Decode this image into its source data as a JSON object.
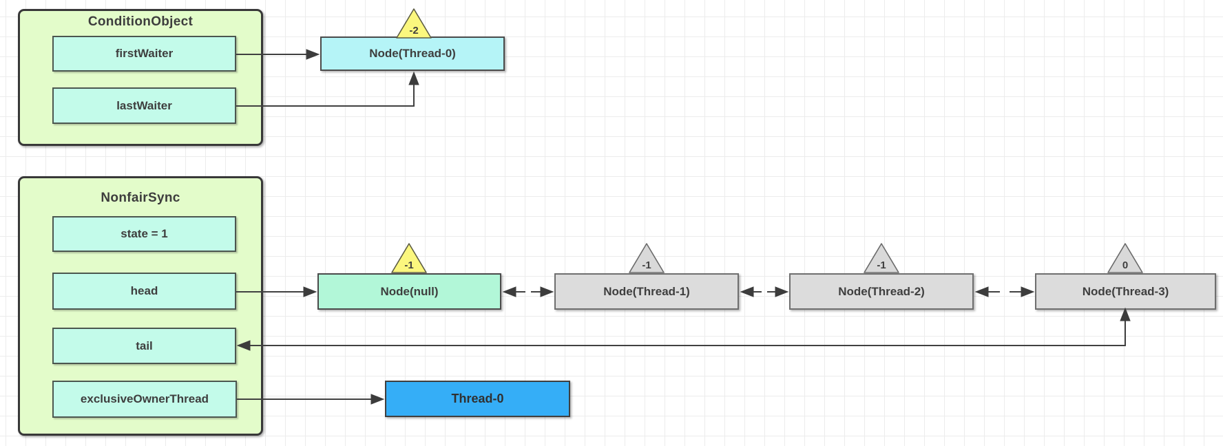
{
  "colors": {
    "container_green": "#e3fcca",
    "field_teal": "#c3fbea",
    "node_cyan": "#b5f4f7",
    "node_mint": "#b2f7d8",
    "node_gray": "#dcdcdc",
    "badge_yellow": "#fbf77e",
    "badge_gray": "#d9d9d9",
    "thread_blue": "#35aef7",
    "line_color": "#404040",
    "grid_color": "#ececec"
  },
  "condition_object": {
    "title": "ConditionObject",
    "fields": [
      {
        "label": "firstWaiter"
      },
      {
        "label": "lastWaiter"
      }
    ]
  },
  "condition_node": {
    "label": "Node(Thread-0)",
    "wait_status": "-2"
  },
  "nonfair_sync": {
    "title": "NonfairSync",
    "fields": [
      {
        "label": "state = 1"
      },
      {
        "label": "head"
      },
      {
        "label": "tail"
      },
      {
        "label": "exclusiveOwnerThread"
      }
    ]
  },
  "queue_nodes": [
    {
      "label": "Node(null)",
      "wait_status": "-1",
      "variant": "mint",
      "badge": "yellow"
    },
    {
      "label": "Node(Thread-1)",
      "wait_status": "-1",
      "variant": "gray",
      "badge": "gray"
    },
    {
      "label": "Node(Thread-2)",
      "wait_status": "-1",
      "variant": "gray",
      "badge": "gray"
    },
    {
      "label": "Node(Thread-3)",
      "wait_status": "0",
      "variant": "gray",
      "badge": "gray"
    }
  ],
  "owner_thread": {
    "label": "Thread-0"
  },
  "edges": [
    {
      "from": "firstWaiter",
      "to": "Node(Thread-0)",
      "bidirectional": false
    },
    {
      "from": "lastWaiter",
      "to": "Node(Thread-0)",
      "bidirectional": false
    },
    {
      "from": "head",
      "to": "Node(null)",
      "bidirectional": false
    },
    {
      "from": "Node(null)",
      "to": "Node(Thread-1)",
      "bidirectional": true
    },
    {
      "from": "Node(Thread-1)",
      "to": "Node(Thread-2)",
      "bidirectional": true
    },
    {
      "from": "Node(Thread-2)",
      "to": "Node(Thread-3)",
      "bidirectional": true
    },
    {
      "from": "Node(Thread-3)",
      "to": "tail",
      "bidirectional": true
    },
    {
      "from": "exclusiveOwnerThread",
      "to": "Thread-0",
      "bidirectional": false
    }
  ]
}
